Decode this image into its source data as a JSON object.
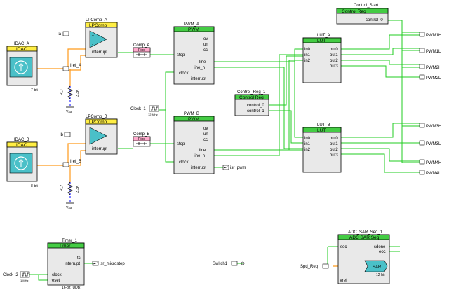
{
  "colors": {
    "wire": "#22cc22",
    "analog_wire": "#ff9a1a",
    "ground_wire": "#0000ff",
    "header_green": "#44cc44",
    "header_yellow": "#ffee44",
    "header_pink": "#ffaacc",
    "block_fill": "#e9e9e9"
  },
  "control_start": {
    "instance": "Control_Start",
    "header": "Control Reg",
    "port": "control_0"
  },
  "lpcomp_a": {
    "instance": "LPComp_A",
    "header": "LPComp",
    "port": "interrupt"
  },
  "lpcomp_b": {
    "instance": "LPComp_B",
    "header": "LPComp",
    "port": "interrupt"
  },
  "idac_a": {
    "instance": "IDAC_A",
    "header": "IDAC",
    "bits": "7-bit",
    "label_ia": "Ia",
    "iref": "Iref_A"
  },
  "idac_b": {
    "instance": "IDAC_B",
    "header": "IDAC",
    "bits": "8-bit",
    "label_ib": "Ib",
    "iref": "Iref_B"
  },
  "r1": {
    "name": "R_1",
    "value": "3.3K"
  },
  "r2": {
    "name": "R_2",
    "value": "3.3K"
  },
  "vss_a": "Vss",
  "vss_b": "Vss",
  "comp_a": {
    "instance": "Comp_A",
    "header": "Pins"
  },
  "comp_b": {
    "instance": "Comp_B",
    "header": "Pins"
  },
  "pwm_a": {
    "instance": "PWM_A",
    "header": "PWM",
    "ports_left": [
      "stop",
      "clock"
    ],
    "ports_right": [
      "ov",
      "un",
      "cc",
      "line",
      "line_n",
      "interrupt"
    ]
  },
  "pwm_b": {
    "instance": "PWM_B",
    "header": "PWM",
    "ports_left": [
      "stop",
      "clock"
    ],
    "ports_right": [
      "ov",
      "un",
      "cc",
      "line",
      "line_n",
      "interrupt"
    ]
  },
  "pwm_b_irq": "isr_pwm",
  "clock_1": {
    "name": "Clock_1",
    "freq": "12 MHz"
  },
  "control_reg1": {
    "instance": "Control_Reg_1",
    "header": "Control Reg",
    "ports": [
      "control_0",
      "control_1"
    ]
  },
  "lut_a": {
    "instance": "LUT_A",
    "header": "LUT",
    "inputs": [
      "in0",
      "in1",
      "in2"
    ],
    "outputs": [
      "out0",
      "out1",
      "out2",
      "out3"
    ]
  },
  "lut_b": {
    "instance": "LUT_B",
    "header": "LUT",
    "inputs": [
      "in0",
      "in1",
      "in2"
    ],
    "outputs": [
      "out0",
      "out1",
      "out2",
      "out3"
    ]
  },
  "outputs": [
    "PWM1H",
    "PWM1L",
    "PWM2H",
    "PWM2L",
    "PWM3H",
    "PWM3L",
    "PWM4H",
    "PWM4L"
  ],
  "timer_1": {
    "instance": "Timer_1",
    "header": "Timer",
    "ports_right": [
      "tc",
      "interrupt"
    ],
    "ports_left": [
      "clock",
      "reset"
    ],
    "footer": "16-bit (UDB)"
  },
  "timer_irq": "isr_microstep",
  "clock_2": {
    "name": "Clock_2",
    "freq": "1 MHz"
  },
  "switch1": "Switch1",
  "adc": {
    "instance": "ADC_SAR_Seq_1",
    "header": "ADC SAR Seq",
    "ports": [
      "soc",
      "sdone",
      "eoc"
    ],
    "core": "SAR",
    "bits": "12-bit",
    "vref": "Vref"
  },
  "spd_req": "Spd_Req"
}
